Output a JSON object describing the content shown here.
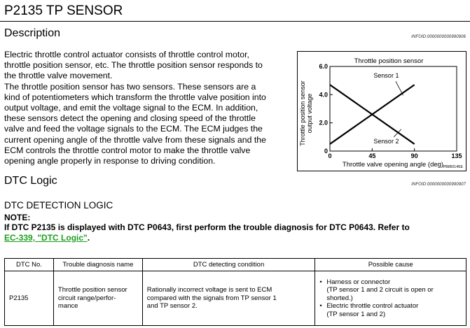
{
  "page": {
    "title": "P2135 TP SENSOR",
    "description_heading": "Description",
    "description_infoid": "INFOID:0000000000990906",
    "description_lines": [
      "Electric throttle control actuator consists of throttle control motor,",
      "throttle position sensor, etc. The throttle position sensor responds to",
      "the throttle valve movement.",
      "The throttle position sensor has two sensors. These sensors are a",
      "kind of potentiometers which transform the throttle valve position into",
      "output voltage, and emit the voltage signal to the ECM. In addition,",
      "these sensors detect the opening and closing speed of the throttle",
      "valve and feed the voltage signals to the ECM. The ECM judges the",
      "current opening angle of the throttle valve from these signals and the",
      "ECM controls the throttle control motor to make the throttle valve",
      "opening angle properly in response to driving condition."
    ],
    "dtc_logic_heading": "DTC Logic",
    "dtc_logic_infoid": "INFOID:0000000000990907",
    "detection_logic_heading": "DTC DETECTION LOGIC",
    "note_label": "NOTE:",
    "note_text": "If DTC P2135 is displayed with DTC P0643, first perform the trouble diagnosis for DTC P0643. Refer to",
    "note_link": "EC-339, \"DTC Logic\"",
    "note_link_suffix": "."
  },
  "chart_data": {
    "type": "line",
    "title": "Throttle position sensor",
    "xlabel": "Throttle valve opening angle (deg)",
    "ylabel_line1": "Throttle position sensor",
    "ylabel_line2": "output voltage",
    "x_ticks": [
      "0",
      "45",
      "90",
      "135"
    ],
    "y_ticks": [
      "0",
      "2.0",
      "4.0",
      "6.0"
    ],
    "xlim": [
      0,
      135
    ],
    "ylim": [
      0,
      6.0
    ],
    "grid": false,
    "figure_code": "PBIB0145E",
    "series": [
      {
        "name": "Sensor 1",
        "x": [
          0,
          90
        ],
        "y": [
          0.5,
          4.7
        ]
      },
      {
        "name": "Sensor 2",
        "x": [
          0,
          90
        ],
        "y": [
          4.7,
          0.5
        ]
      }
    ]
  },
  "table": {
    "headers": [
      "DTC No.",
      "Trouble diagnosis name",
      "DTC detecting condition",
      "Possible cause"
    ],
    "row": {
      "dtc_no": "P2135",
      "name_lines": [
        "Throttle position sensor",
        "circuit range/perfor-",
        "mance"
      ],
      "condition_lines": [
        "Rationally incorrect voltage is sent to ECM",
        "compared with the signals from TP sensor 1",
        "and TP sensor 2."
      ],
      "causes": [
        {
          "lines": [
            "Harness or connector",
            "(TP sensor 1 and 2 circuit is open or",
            "shorted.)"
          ]
        },
        {
          "lines": [
            "Electric throttle control actuator",
            "(TP sensor 1 and 2)"
          ]
        }
      ]
    }
  }
}
